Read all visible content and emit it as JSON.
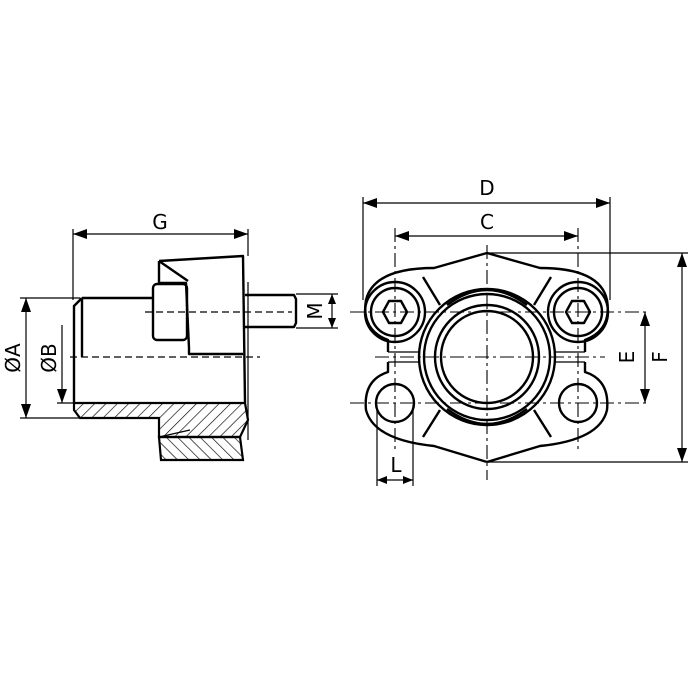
{
  "title": "SAE flange dimension drawing",
  "dimensions": {
    "A": "ØA",
    "B": "ØB",
    "G": "G",
    "M": "M",
    "D": "D",
    "C": "C",
    "E": "E",
    "F": "F",
    "L": "L"
  }
}
